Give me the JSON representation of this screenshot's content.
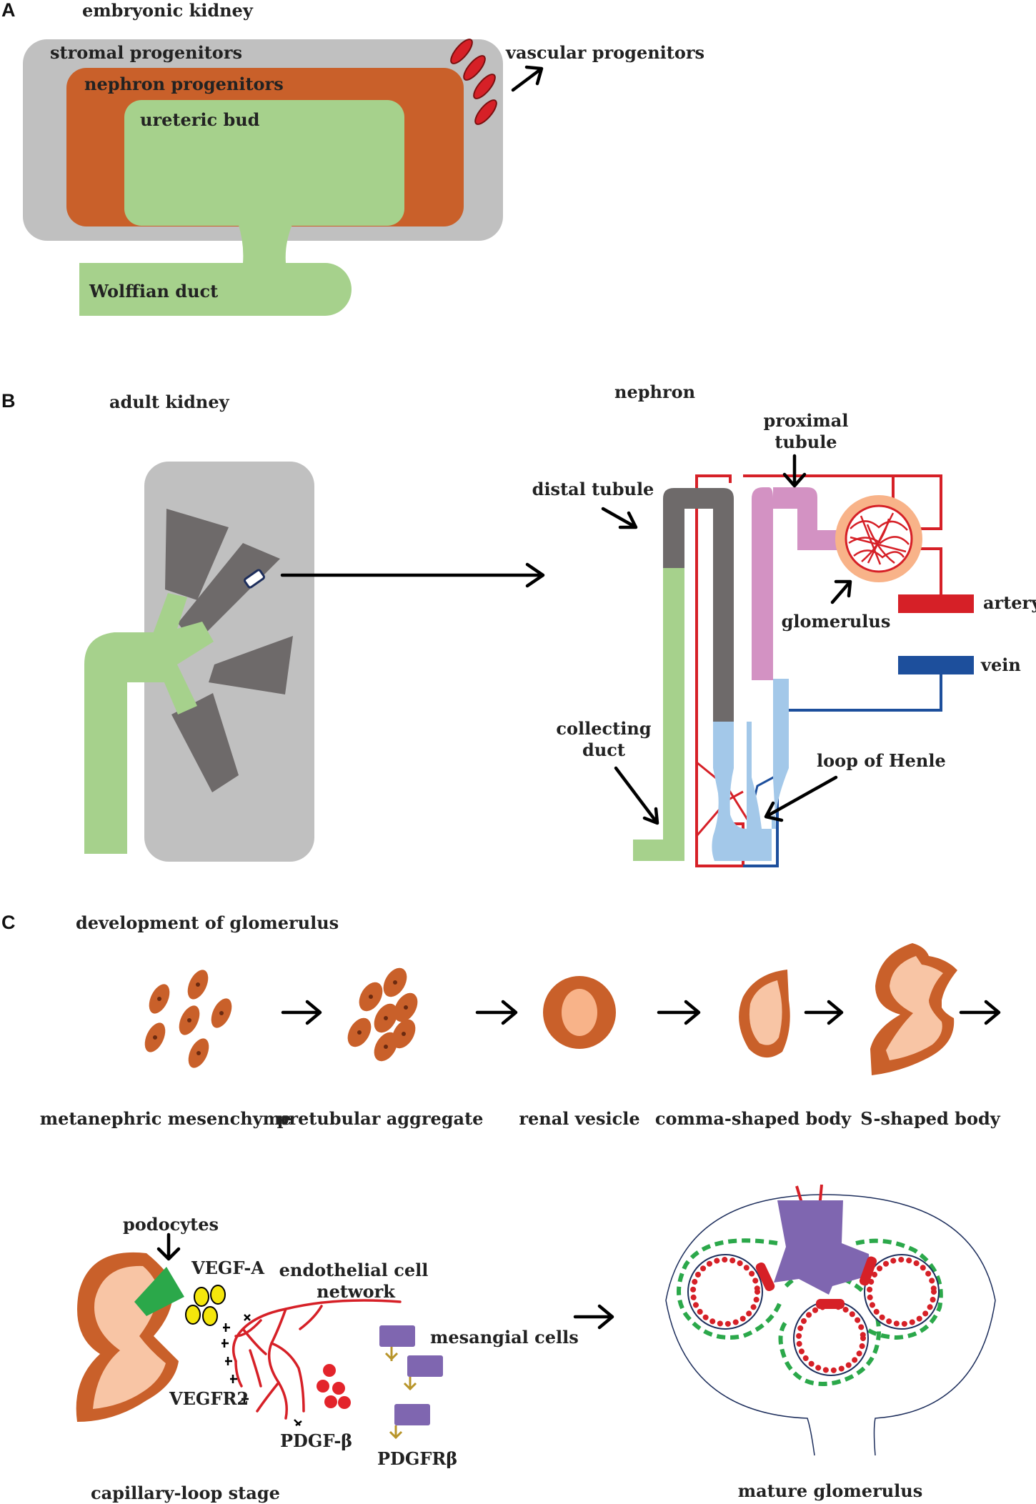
{
  "panels": {
    "a": "A",
    "b": "B",
    "c": "C"
  },
  "panel_a": {
    "title": "embryonic kidney",
    "stromal": "stromal progenitors",
    "nephron_prog": "nephron progenitors",
    "ureteric": "ureteric bud",
    "wolffian": "Wolffian duct",
    "vascular": "vascular progenitors"
  },
  "panel_b": {
    "adult_title": "adult kidney",
    "nephron_title": "nephron",
    "proximal_1": "proximal",
    "proximal_2": "tubule",
    "distal": "distal tubule",
    "glomerulus": "glomerulus",
    "artery": "artery",
    "vein": "vein",
    "collecting_1": "collecting",
    "collecting_2": "duct",
    "henle": "loop of Henle"
  },
  "panel_c": {
    "title": "development of glomerulus",
    "stages": [
      "metanephric mesenchyme",
      "pretubular aggregate",
      "renal vesicle",
      "comma-shaped body",
      "S-shaped body"
    ],
    "podocytes": "podocytes",
    "vegfa": "VEGF-A",
    "endo_1": "endothelial cell",
    "endo_2": "network",
    "mesangial": "mesangial cells",
    "vegfr2": "VEGFR2",
    "pdgfb": "PDGF-β",
    "pdgfrb": "PDGFRβ",
    "capillary": "capillary-loop stage",
    "mature": "mature glomerulus"
  },
  "colors": {
    "stroma_gray": "#c0c0c0",
    "nephron_orange": "#c9602a",
    "bud_green": "#a6d18c",
    "dark_gray": "#6e6a6a",
    "pink": "#d392c3",
    "light_blue": "#a3c8e9",
    "artery_red": "#d62027",
    "vein_blue": "#1d4f9c",
    "podocyte_green": "#2ba84a",
    "mesangial_purple": "#7f66b0",
    "vegf_yellow": "#f4e60c",
    "peach": "#f8c5a5"
  }
}
